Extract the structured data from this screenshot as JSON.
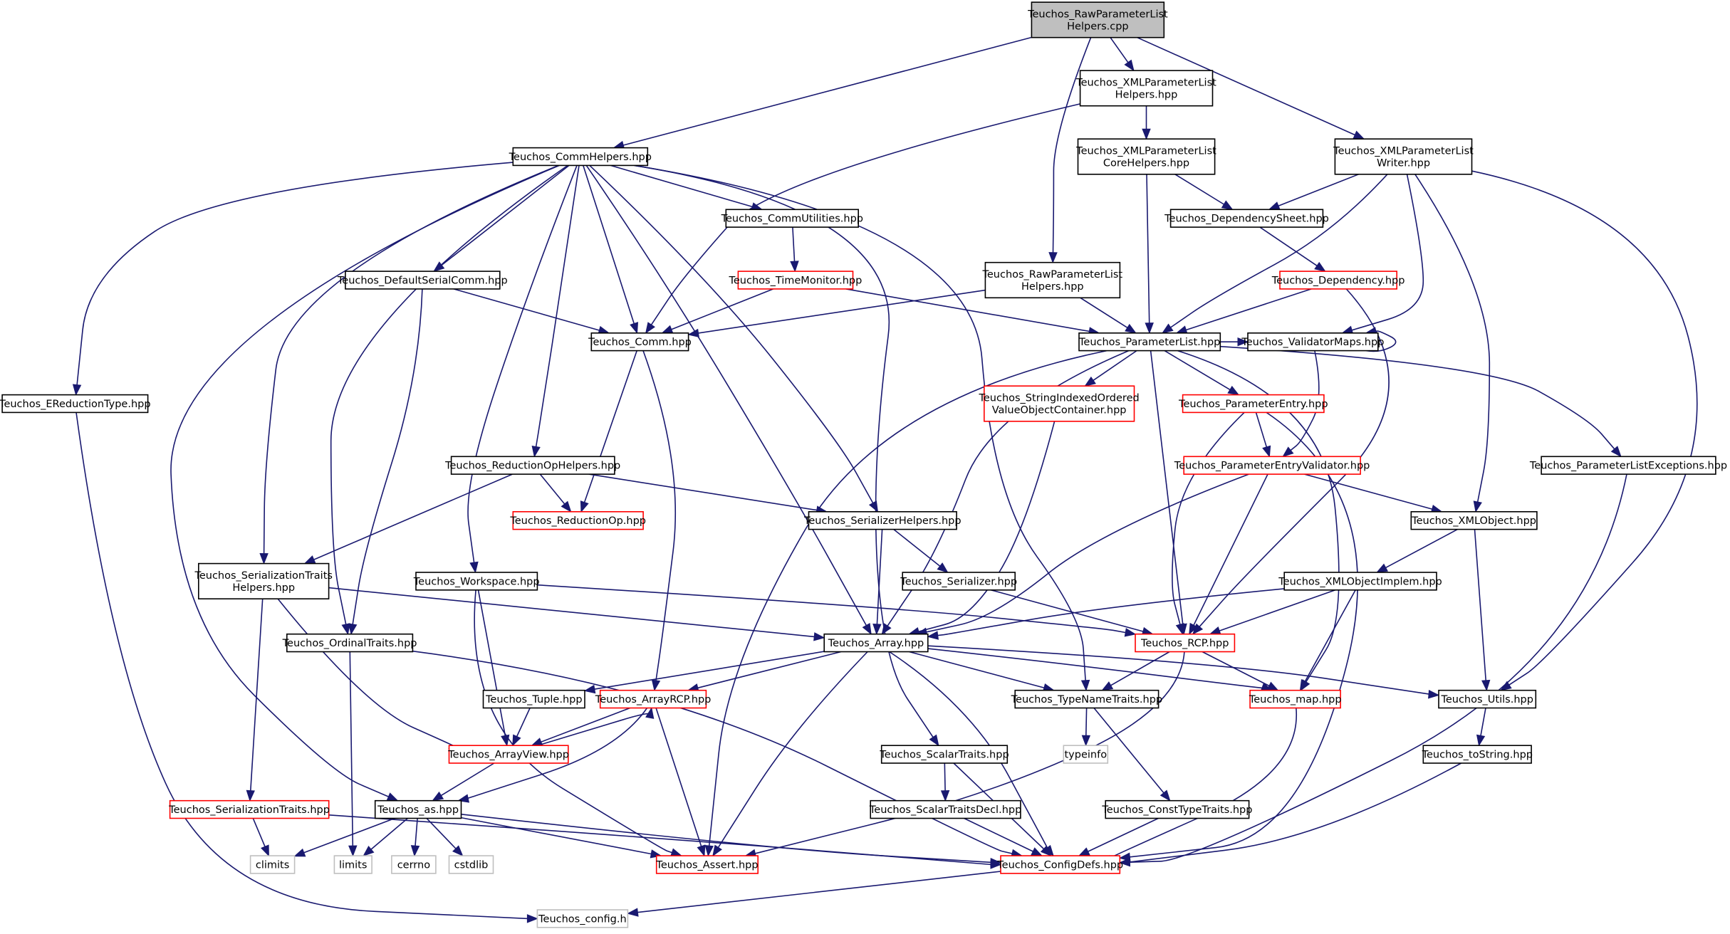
{
  "colors": {
    "edge": "#191970",
    "root_fill": "#bfbfbf",
    "documented_border": "#000000",
    "truncated_border": "#ff0000",
    "external_border": "#bfbfbf"
  },
  "nodes": {
    "root": [
      "Teuchos_RawParameterList",
      "Helpers.cpp"
    ],
    "xmlplh": [
      "Teuchos_XMLParameterList",
      "Helpers.hpp"
    ],
    "xmlplch": [
      "Teuchos_XMLParameterList",
      "CoreHelpers.hpp"
    ],
    "xmlplw": [
      "Teuchos_XMLParameterList",
      "Writer.hpp"
    ],
    "commhelpers": [
      "Teuchos_CommHelpers.hpp"
    ],
    "commutil": [
      "Teuchos_CommUtilities.hpp"
    ],
    "depsheet": [
      "Teuchos_DependencySheet.hpp"
    ],
    "defserial": [
      "Teuchos_DefaultSerialComm.hpp"
    ],
    "timemon": [
      "Teuchos_TimeMonitor.hpp"
    ],
    "rawplh": [
      "Teuchos_RawParameterList",
      "Helpers.hpp"
    ],
    "dependency": [
      "Teuchos_Dependency.hpp"
    ],
    "comm": [
      "Teuchos_Comm.hpp"
    ],
    "plist": [
      "Teuchos_ParameterList.hpp"
    ],
    "valmaps": [
      "Teuchos_ValidatorMaps.hpp"
    ],
    "ereduct": [
      "Teuchos_EReductionType.hpp"
    ],
    "strindexed": [
      "Teuchos_StringIndexedOrdered",
      "ValueObjectContainer.hpp"
    ],
    "pentry": [
      "Teuchos_ParameterEntry.hpp"
    ],
    "redophelp": [
      "Teuchos_ReductionOpHelpers.hpp"
    ],
    "pentryval": [
      "Teuchos_ParameterEntryValidator.hpp"
    ],
    "plexcept": [
      "Teuchos_ParameterListExceptions.hpp"
    ],
    "reductop": [
      "Teuchos_ReductionOp.hpp"
    ],
    "serhelp": [
      "Teuchos_SerializerHelpers.hpp"
    ],
    "xmlobject": [
      "Teuchos_XMLObject.hpp"
    ],
    "sertraithelp": [
      "Teuchos_SerializationTraits",
      "Helpers.hpp"
    ],
    "workspace": [
      "Teuchos_Workspace.hpp"
    ],
    "serializer": [
      "Teuchos_Serializer.hpp"
    ],
    "xmlobjimpl": [
      "Teuchos_XMLObjectImplem.hpp"
    ],
    "ordinal": [
      "Teuchos_OrdinalTraits.hpp"
    ],
    "array": [
      "Teuchos_Array.hpp"
    ],
    "rcp": [
      "Teuchos_RCP.hpp"
    ],
    "tuple": [
      "Teuchos_Tuple.hpp"
    ],
    "arrayrcp": [
      "Teuchos_ArrayRCP.hpp"
    ],
    "typename": [
      "Teuchos_TypeNameTraits.hpp"
    ],
    "map": [
      "Teuchos_map.hpp"
    ],
    "utils": [
      "Teuchos_Utils.hpp"
    ],
    "arrayview": [
      "Teuchos_ArrayView.hpp"
    ],
    "scalartraits": [
      "Teuchos_ScalarTraits.hpp"
    ],
    "typeinfo": [
      "typeinfo"
    ],
    "tostring": [
      "Teuchos_toString.hpp"
    ],
    "sertraits": [
      "Teuchos_SerializationTraits.hpp"
    ],
    "as": [
      "Teuchos_as.hpp"
    ],
    "scalardecl": [
      "Teuchos_ScalarTraitsDecl.hpp"
    ],
    "consttype": [
      "Teuchos_ConstTypeTraits.hpp"
    ],
    "climits": [
      "climits"
    ],
    "limits": [
      "limits"
    ],
    "cerrno": [
      "cerrno"
    ],
    "cstdlib": [
      "cstdlib"
    ],
    "assert": [
      "Teuchos_Assert.hpp"
    ],
    "configdefs": [
      "Teuchos_ConfigDefs.hpp"
    ],
    "config": [
      "Teuchos_config.h"
    ]
  }
}
